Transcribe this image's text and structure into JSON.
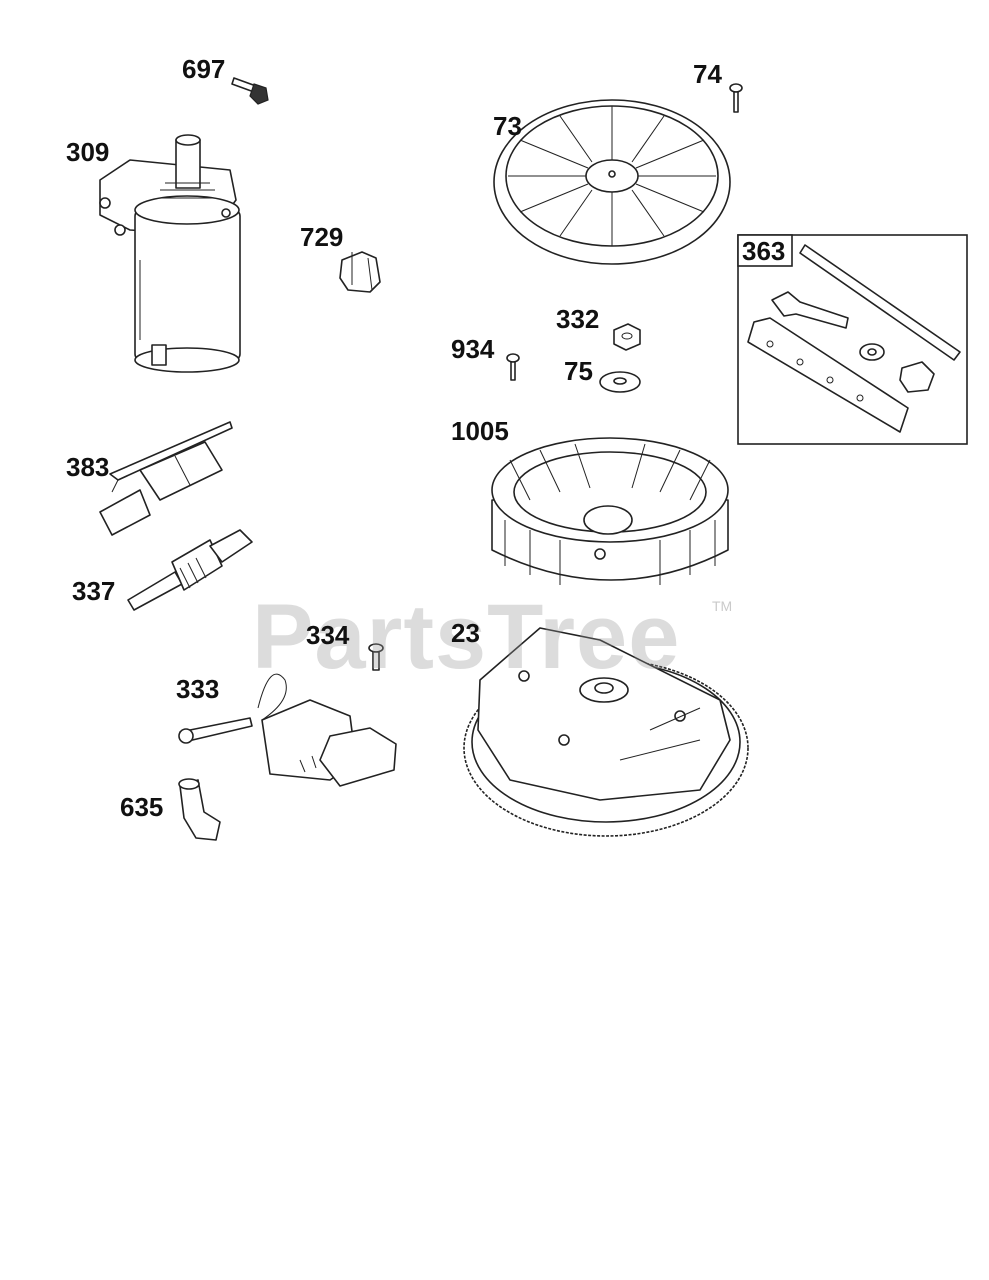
{
  "watermark": {
    "text": "PartsTree",
    "trademark": "TM"
  },
  "parts": [
    {
      "id": "697",
      "label": "697"
    },
    {
      "id": "309",
      "label": "309"
    },
    {
      "id": "729",
      "label": "729"
    },
    {
      "id": "74",
      "label": "74"
    },
    {
      "id": "73",
      "label": "73"
    },
    {
      "id": "363",
      "label": "363"
    },
    {
      "id": "332",
      "label": "332"
    },
    {
      "id": "934",
      "label": "934"
    },
    {
      "id": "75",
      "label": "75"
    },
    {
      "id": "1005",
      "label": "1005"
    },
    {
      "id": "383",
      "label": "383"
    },
    {
      "id": "337",
      "label": "337"
    },
    {
      "id": "334",
      "label": "334"
    },
    {
      "id": "23",
      "label": "23"
    },
    {
      "id": "333",
      "label": "333"
    },
    {
      "id": "635",
      "label": "635"
    }
  ]
}
